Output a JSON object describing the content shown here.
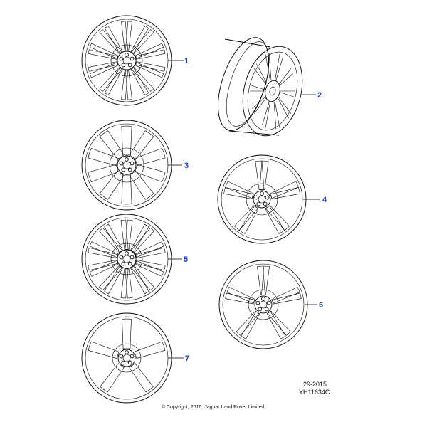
{
  "callouts": [
    "1",
    "2",
    "3",
    "4",
    "5",
    "6",
    "7"
  ],
  "reference": {
    "date_code": "29-2015",
    "drawing_id": "YH11634C"
  },
  "copyright": "© Copyright, 2016. Jaguar Land Rover Limited.",
  "colors": {
    "callout": "#1a3fbf",
    "line": "#000000",
    "background": "#ffffff"
  }
}
